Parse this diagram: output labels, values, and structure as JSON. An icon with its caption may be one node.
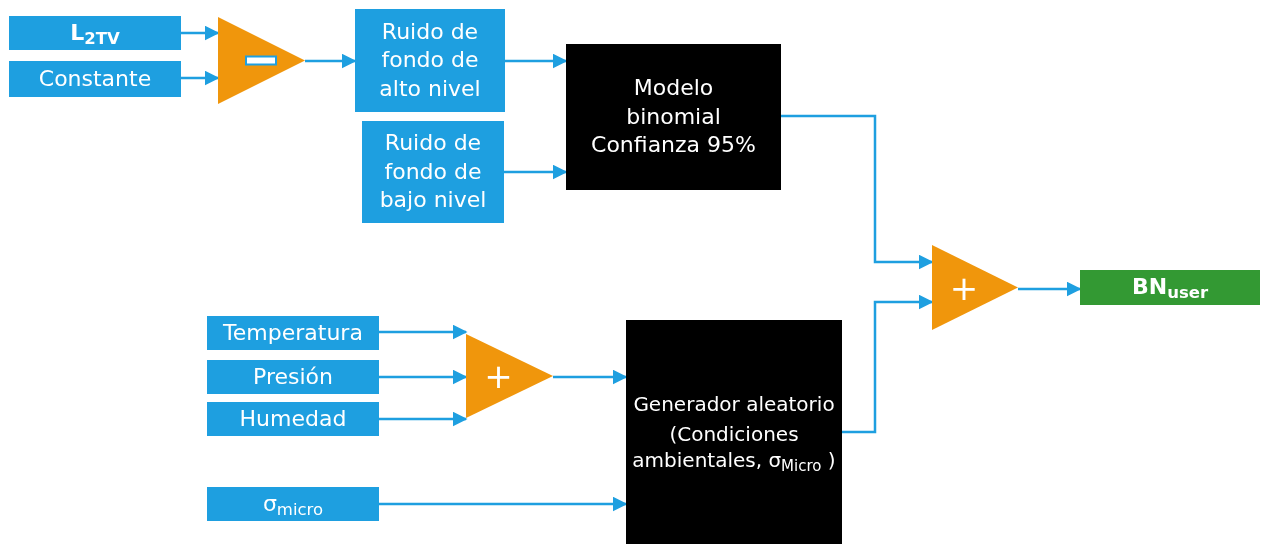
{
  "diagram": {
    "nodes": [
      {
        "text": [
          "L$_{2TV}$"
        ]
      },
      {
        "text": [
          "Constante"
        ]
      },
      {
        "text": [],
        "shape": "triangle"
      },
      {
        "text": [
          "Ruido de fondo de alto nivel"
        ]
      },
      {
        "text": [
          "Ruido de fondo de bajo nivel"
        ]
      },
      {
        "text": [
          "Modelo binomial Confianza 95%"
        ]
      },
      {
        "text": [
          "Temperatura"
        ]
      },
      {
        "text": [
          "Presión"
        ]
      },
      {
        "text": [
          "Humedad"
        ]
      },
      {
        "text": [
          "+"
        ]
      },
      {
        "text": [
          "σ$_{micro}$"
        ]
      },
      {
        "text": [
          "Generador aleatorio",
          "(Condiciones ambientales, σ$_{Micro}$ )"
        ]
      },
      {
        "text": [
          "+"
        ]
      },
      {
        "text": [
          "BN$_{user}$"
        ]
      }
    ],
    "edges": [
      {
        "from": 0,
        "to": 2,
        "arrow": "to"
      },
      {
        "from": 1,
        "to": 2,
        "arrow": "to"
      },
      {
        "from": 2,
        "to": 3,
        "arrow": "to"
      },
      {
        "from": 3,
        "to": 5,
        "arrow": "to"
      },
      {
        "from": 4,
        "to": 5,
        "arrow": "to"
      },
      {
        "from": 6,
        "to": 9,
        "arrow": "to"
      },
      {
        "from": 7,
        "to": 9,
        "arrow": "to"
      },
      {
        "from": 8,
        "to": 9,
        "arrow": "to"
      },
      {
        "from": 9,
        "to": 11,
        "arrow": "to"
      },
      {
        "from": 10,
        "to": 11,
        "arrow": "to"
      },
      {
        "from": 5,
        "to": 12,
        "arrow": "to"
      },
      {
        "from": 11,
        "to": 12,
        "arrow": "to"
      },
      {
        "from": 12,
        "to": 13,
        "arrow": "to"
      }
    ]
  }
}
